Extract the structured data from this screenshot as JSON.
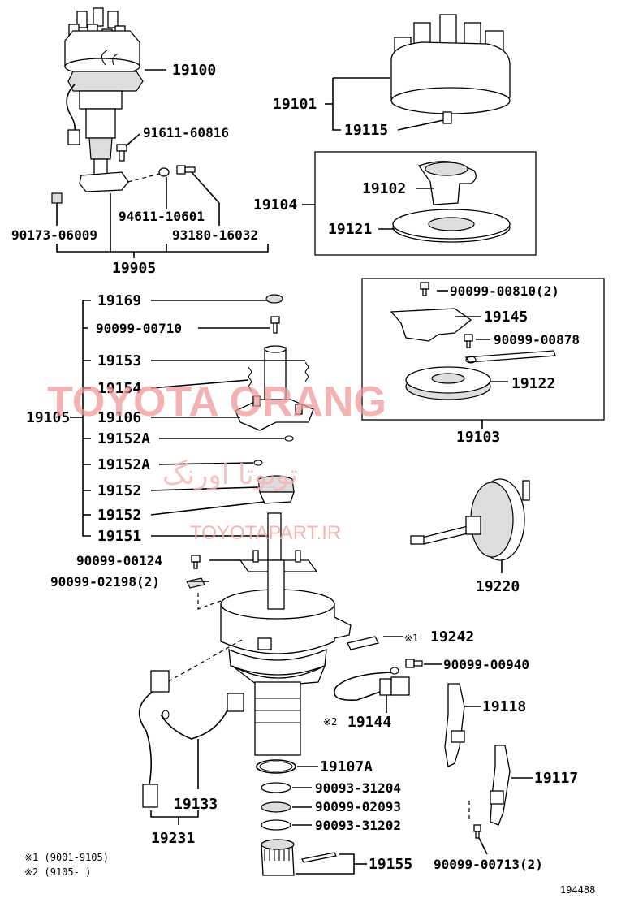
{
  "diagram": {
    "doc_number": "194488",
    "labels": {
      "p19100": "19100",
      "p91611": "91611-60816",
      "p94611": "94611-10601",
      "p90173": "90173-06009",
      "p93180": "93180-16032",
      "p19905": "19905",
      "p19101": "19101",
      "p19115": "19115",
      "p19104": "19104",
      "p19102": "19102",
      "p19121": "19121",
      "p19169": "19169",
      "p90099_00710": "90099-00710",
      "p19153": "19153",
      "p19154": "19154",
      "p19105": "19105",
      "p19106": "19106",
      "p19152A_1": "19152A",
      "p19152A_2": "19152A",
      "p19152_1": "19152",
      "p19152_2": "19152",
      "p19151": "19151",
      "p90099_00810": "90099-00810(2)",
      "p19145": "19145",
      "p90099_00878": "90099-00878",
      "p19122": "19122",
      "p19103": "19103",
      "p19220": "19220",
      "p90099_00124": "90099-00124",
      "p90099_02198": "90099-02198(2)",
      "p19242": "19242",
      "p19242_mark": "※1",
      "p90099_00940": "90099-00940",
      "p19144": "19144",
      "p19144_mark": "※2",
      "p19118": "19118",
      "p19133": "19133",
      "p19231": "19231",
      "p19107A": "19107A",
      "p90093_31204": "90093-31204",
      "p90099_02093": "90099-02093",
      "p90093_31202": "90093-31202",
      "p19117": "19117",
      "p19155": "19155",
      "p90099_00713": "90099-00713(2)"
    },
    "notes": {
      "note1": "※1 (9001-9105)",
      "note2": "※2 (9105-     )"
    },
    "watermark": {
      "brand": "TOYOTA ORANG",
      "persian": "تویوتا اورنگ",
      "url": "TOYOTAPART.IR"
    }
  }
}
